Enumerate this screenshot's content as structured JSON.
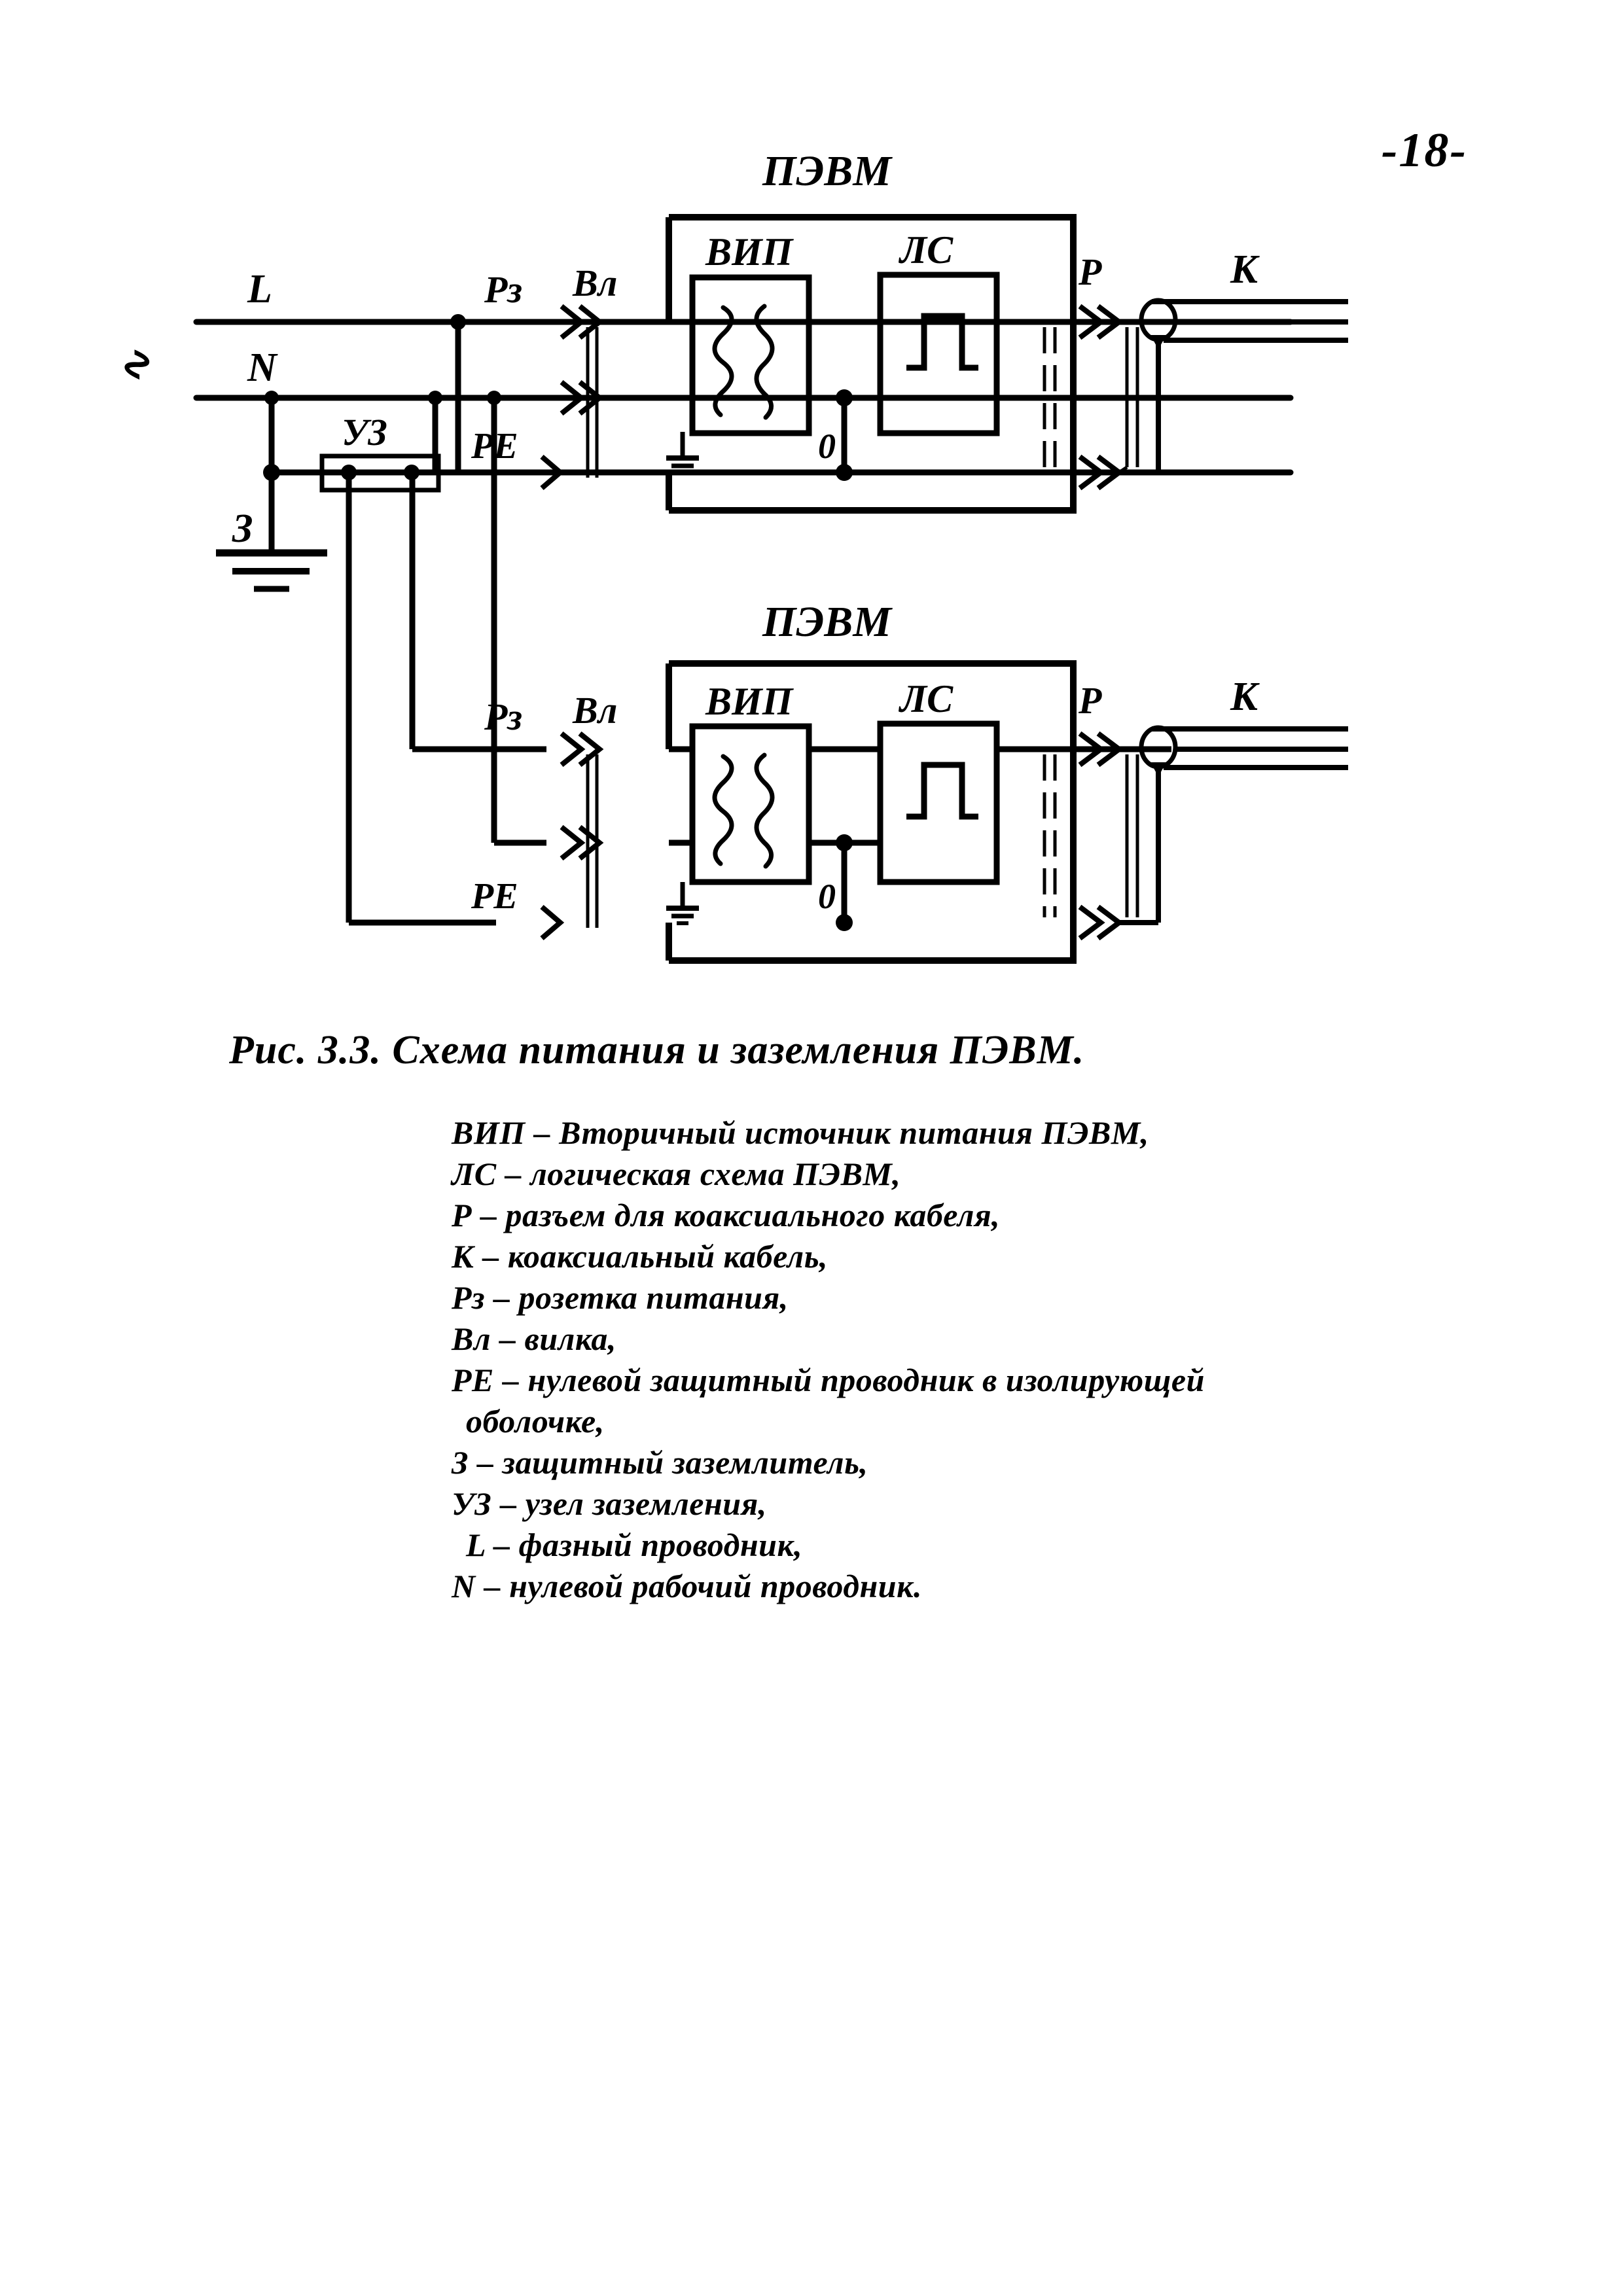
{
  "page": {
    "number": "-18-"
  },
  "figure": {
    "caption": "Рис. 3.3.  Схема питания и заземления  ПЭВМ."
  },
  "schematic": {
    "supply": {
      "ac_symbol": "∿",
      "line_L": "L",
      "line_N": "N",
      "earth": "З",
      "node": "УЗ",
      "pe": "PE"
    },
    "unit1": {
      "title": "ПЭВМ",
      "psu": "ВИП",
      "logic": "ЛС",
      "zero": "0",
      "socket": "Рз",
      "plug": "Вл",
      "pe": "PE",
      "connector": "Р",
      "cable": "К"
    },
    "unit2": {
      "title": "ПЭВМ",
      "psu": "ВИП",
      "logic": "ЛС",
      "zero": "0",
      "socket": "Рз",
      "plug": "Вл",
      "pe": "PE",
      "connector": "Р",
      "cable": "К"
    }
  },
  "legend": {
    "lines": [
      "ВИП – Вторичный источник питания ПЭВМ,",
      "ЛС – логическая схема ПЭВМ,",
      "Р – разъем для коаксиального кабеля,",
      "К – коаксиальный кабель,",
      "Рз – розетка питания,",
      "Вл – вилка,",
      "PE – нулевой защитный проводник в изолирующей",
      "оболочке,",
      "З – защитный заземлитель,",
      "УЗ – узел заземления,",
      "L – фазный проводник,",
      "N – нулевой рабочий проводник."
    ]
  },
  "colors": {
    "ink": "#000000",
    "paper": "#ffffff"
  }
}
